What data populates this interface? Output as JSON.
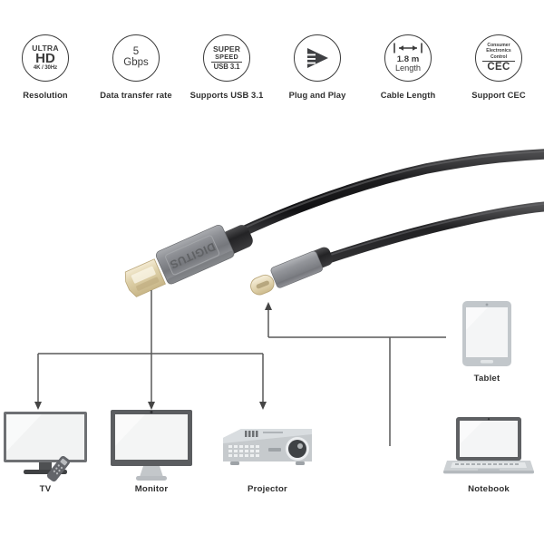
{
  "features": [
    {
      "id": "resolution",
      "badge_type": "ultra-hd",
      "line1": "ULTRA",
      "line2": "HD",
      "line3": "4K / 30Hz",
      "caption": "Resolution"
    },
    {
      "id": "data-transfer-rate",
      "badge_type": "text-two-line",
      "line1": "5",
      "line2": "Gbps",
      "caption": "Data transfer rate"
    },
    {
      "id": "supports-usb",
      "badge_type": "super-speed",
      "line1": "SUPER",
      "line2": "SPEED",
      "line3": "USB 3.1",
      "caption": "Supports USB 3.1"
    },
    {
      "id": "plug-and-play",
      "badge_type": "arrow-icon",
      "icon": "play-arrow-icon",
      "caption": "Plug and Play"
    },
    {
      "id": "cable-length",
      "badge_type": "measure",
      "icon": "double-arrow-measure-icon",
      "line1": "1.8 m",
      "line2": "Length",
      "caption": "Cable Length"
    },
    {
      "id": "support-cec",
      "badge_type": "cec",
      "line1": "Consumer",
      "line2": "Electronics",
      "line3": "Control",
      "line4": "CEC",
      "caption": "Support CEC"
    }
  ],
  "cable": {
    "brand": "DIGITUS",
    "hdmi_connector_name": "hdmi-connector",
    "usbc_connector_name": "usb-c-connector",
    "housing_color": "#8b8d92",
    "contact_color": "#d8c79a",
    "jacket_color": "#232323"
  },
  "devices": [
    {
      "id": "tv",
      "label": "TV"
    },
    {
      "id": "monitor",
      "label": "Monitor"
    },
    {
      "id": "projector",
      "label": "Projector"
    },
    {
      "id": "tablet",
      "label": "Tablet"
    },
    {
      "id": "notebook",
      "label": "Notebook"
    }
  ],
  "colors": {
    "line": "#595959",
    "text": "#2f2f2f",
    "badge_stroke": "#3a3a3a",
    "device_gray": "#c9cdd1",
    "device_dark": "#58595b",
    "screen": "#f2f3f3"
  }
}
